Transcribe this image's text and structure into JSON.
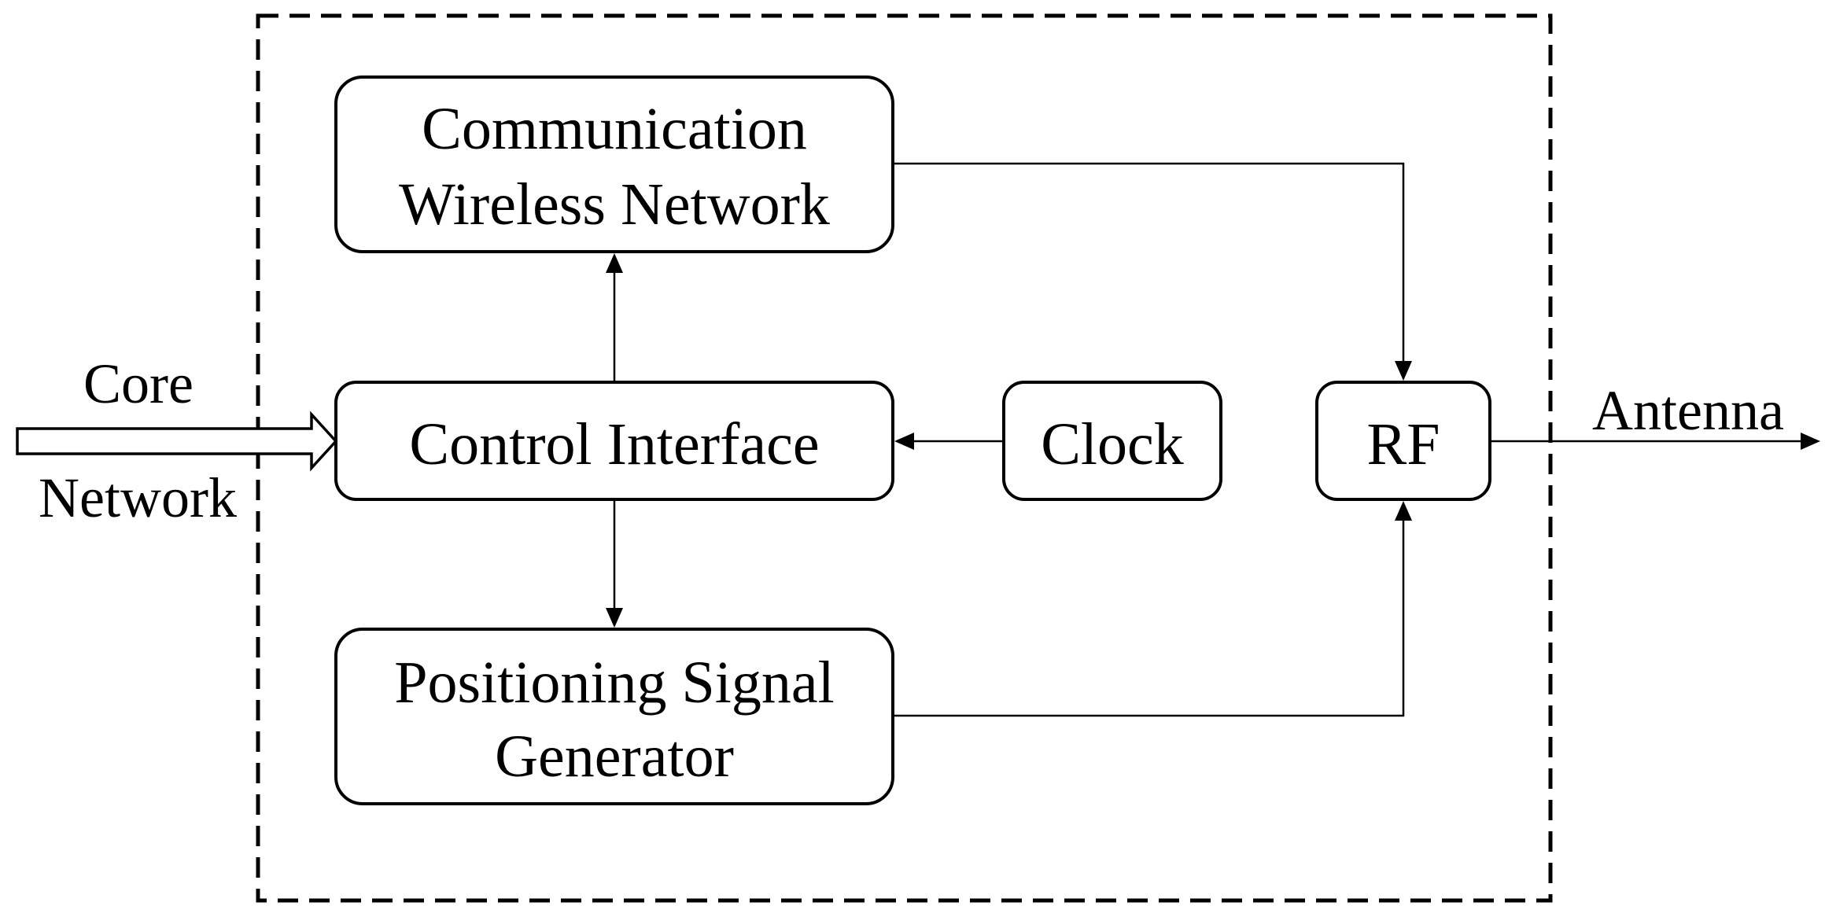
{
  "colors": {
    "background": "#ffffff",
    "stroke": "#000000"
  },
  "blocks": {
    "communication_wireless_network": {
      "lines": [
        "Communication",
        "Wireless Network"
      ]
    },
    "control_interface": {
      "lines": [
        "Control Interface"
      ]
    },
    "clock": {
      "lines": [
        "Clock"
      ]
    },
    "rf": {
      "lines": [
        "RF"
      ]
    },
    "positioning_signal_generator": {
      "lines": [
        "Positioning Signal",
        "Generator"
      ]
    }
  },
  "external": {
    "core_network": {
      "line1": "Core",
      "line2": "Network"
    },
    "antenna": "Antenna"
  }
}
